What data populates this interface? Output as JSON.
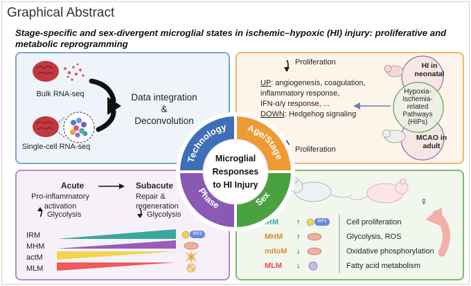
{
  "header": {
    "title": "Graphical Abstract",
    "subtitle": "Stage-specific and sex-divergent microglial states in ischemic–hypoxic (HI) injury: proliferative and metabolic reprogramming"
  },
  "center": {
    "line1": "Microglial",
    "line2": "Responses",
    "line3": "to HI Injury",
    "segments": [
      "Technology",
      "Age/Stage",
      "Phase",
      "Sex"
    ],
    "colors": {
      "technology": "#3f6fb6",
      "age": "#ef9a33",
      "phase": "#8a58b5",
      "sex": "#4aa140"
    }
  },
  "technology": {
    "bulk": "Bulk RNA-seq",
    "single": "Single-cell RNA-seq",
    "result_line1": "Data integration",
    "result_line2": "&",
    "result_line3": "Deconvolution"
  },
  "age": {
    "proliferation_top": "Proliferation",
    "proliferation_bottom": "Proliferation",
    "up_label": "UP",
    "up_text": ": angiogenesis, coagulation,",
    "line2": "inflammatory response,",
    "line3": "IFN-α/γ response, ...",
    "down_label": "DOWN",
    "down_text": ": Hedgehog signaling",
    "neonatal_line1": "HI in",
    "neonatal_line2": "neonatal",
    "hips_line1": "Hypoxia-",
    "hips_line2": "Ischemia-",
    "hips_line3": "related",
    "hips_line4": "Pathways",
    "hips_line5": "(HIPs)",
    "adult_line1": "MCAO in",
    "adult_line2": "adult"
  },
  "phase": {
    "acute": "Acute",
    "subacute": "Subacute",
    "acute_desc1": "Pro-inflammatory",
    "acute_desc2": "activation",
    "acute_glyco": "Glycolysis",
    "sub_desc1": "Repair &",
    "sub_desc2": "regeneration",
    "sub_glyco": "Glycolysis",
    "states": [
      {
        "label": "IRM",
        "color": "#3aa6a0"
      },
      {
        "label": "MHM",
        "color": "#9b5bb8"
      },
      {
        "label": "actM",
        "color": "#f4d44c"
      },
      {
        "label": "MLM",
        "color": "#ef5a5a"
      }
    ],
    "irf3": "IRF3"
  },
  "sex": {
    "male_symbol": "♂",
    "female_symbol": "♀",
    "rows": [
      {
        "label": "IRM",
        "arrow": "↑",
        "color": "#3aa6a0",
        "effect": "Cell proliferation"
      },
      {
        "label": "MHM",
        "arrow": "↑",
        "color": "#e08a2a",
        "effect": "Glycolysis, ROS"
      },
      {
        "label": "mitoM",
        "arrow": "↓",
        "color": "#e08a2a",
        "effect": "Oxidative phosphorylation"
      },
      {
        "label": "MLM",
        "arrow": "↓",
        "color": "#ef4a4a",
        "effect": "Fatty acid metabolism"
      }
    ],
    "irf3": "IRF3"
  }
}
